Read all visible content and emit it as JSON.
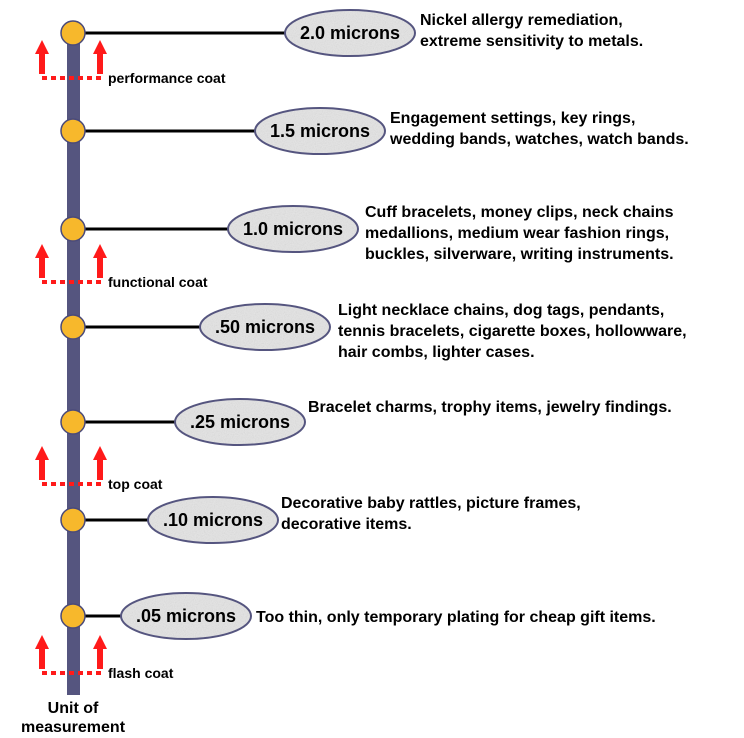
{
  "colors": {
    "pole": "#55557f",
    "node": "#f7b82c",
    "arrow": "#ff1a1a",
    "ellipse": "#e4e4e4"
  },
  "levels": [
    {
      "label": "2.0 microns",
      "lines": [
        "Nickel allergy remediation,",
        "extreme sensitivity to metals."
      ]
    },
    {
      "label": "1.5 microns",
      "lines": [
        "Engagement settings, key rings,",
        "wedding bands, watches, watch bands."
      ]
    },
    {
      "label": "1.0  microns",
      "lines": [
        "Cuff bracelets, money clips, neck chains",
        "medallions, medium wear fashion rings,",
        "buckles, silverware, writing instruments."
      ]
    },
    {
      "label": ".50 microns",
      "lines": [
        "Light necklace chains, dog tags, pendants,",
        "tennis bracelets, cigarette boxes, hollowware,",
        "hair combs, lighter cases."
      ]
    },
    {
      "label": ".25 microns",
      "lines": [
        "Bracelet charms, trophy items, jewelry findings."
      ]
    },
    {
      "label": ".10 microns",
      "lines": [
        "Decorative baby rattles, picture frames,",
        "decorative items."
      ]
    },
    {
      "label": ".05 microns",
      "lines": [
        "Too thin, only temporary plating for cheap gift items."
      ]
    }
  ],
  "coats": [
    "performance coat",
    "functional coat",
    "top coat",
    "flash coat"
  ],
  "axis_label": [
    "Unit of",
    "measurement"
  ]
}
